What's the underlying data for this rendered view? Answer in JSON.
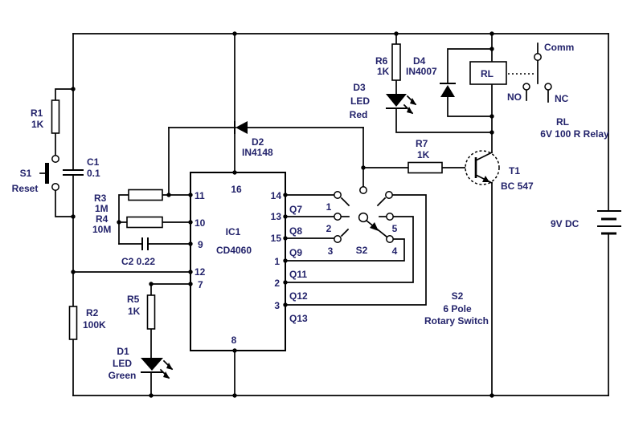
{
  "power": {
    "battery": "9V DC"
  },
  "ic1": {
    "name": "IC1",
    "part": "CD4060",
    "pin_top": "16",
    "pin_bottom": "8",
    "pins_left": [
      "11",
      "10",
      "9",
      "12",
      "7"
    ],
    "pins_right": [
      "14",
      "13",
      "15",
      "1",
      "2",
      "3"
    ],
    "outputs": [
      "Q7",
      "Q8",
      "Q9",
      "Q11",
      "Q12",
      "Q13"
    ]
  },
  "resistors": {
    "r1": {
      "name": "R1",
      "value": "1K"
    },
    "r2": {
      "name": "R2",
      "value": "100K"
    },
    "r3": {
      "name": "R3",
      "value": "1M"
    },
    "r4": {
      "name": "R4",
      "value": "10M"
    },
    "r5": {
      "name": "R5",
      "value": "1K"
    },
    "r6": {
      "name": "R6",
      "value": "1K"
    },
    "r7": {
      "name": "R7",
      "value": "1K"
    }
  },
  "capacitors": {
    "c1": {
      "name": "C1",
      "value": "0.1"
    },
    "c2": {
      "label": "C2 0.22"
    }
  },
  "diodes": {
    "d1": {
      "name": "D1",
      "type": "LED",
      "color": "Green"
    },
    "d2": {
      "name": "D2",
      "part": "IN4148"
    },
    "d3": {
      "name": "D3",
      "type": "LED",
      "color": "Red"
    },
    "d4": {
      "name": "D4",
      "part": "IN4007"
    }
  },
  "transistor": {
    "name": "T1",
    "part": "BC 547"
  },
  "switch_s1": {
    "name": "S1",
    "label": "Reset"
  },
  "switch_s2": {
    "name": "S2",
    "positions": [
      "1",
      "2",
      "3",
      "4",
      "5"
    ],
    "description": [
      "S2",
      "6 Pole",
      "Rotary Switch"
    ]
  },
  "relay": {
    "box_label": "RL",
    "contacts": {
      "comm": "Comm",
      "no": "NO",
      "nc": "NC"
    },
    "description": [
      "RL",
      "6V 100 R Relay"
    ]
  },
  "colors": {
    "wire": "#000000",
    "label": "#23236b",
    "background": "#ffffff"
  }
}
